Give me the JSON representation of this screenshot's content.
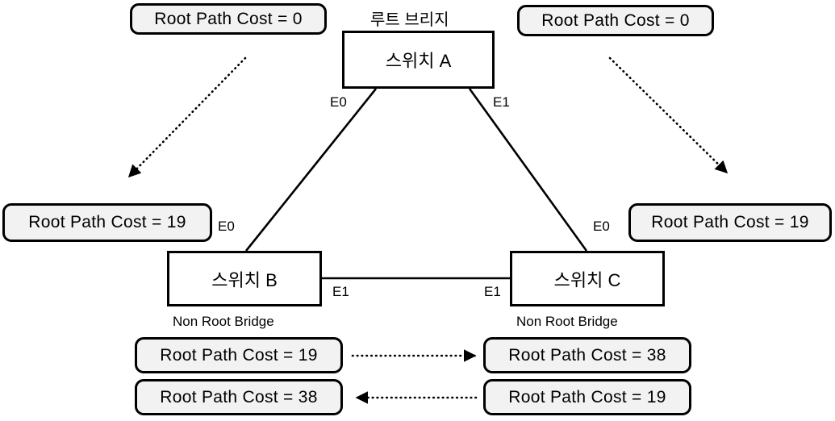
{
  "diagram": {
    "title_label": "루트 브리지",
    "switches": [
      {
        "id": "a",
        "name": "스위치 A",
        "role": ""
      },
      {
        "id": "b",
        "name": "스위치 B",
        "role": "Non Root Bridge"
      },
      {
        "id": "c",
        "name": "스위치 C",
        "role": "Non Root Bridge"
      }
    ],
    "ports": {
      "a_left": "E0",
      "a_right": "E1",
      "b_top": "E0",
      "b_right": "E1",
      "c_top": "E0",
      "c_left": "E1"
    },
    "cost_boxes": {
      "top_left": "Root Path Cost = 0",
      "top_right": "Root Path Cost = 0",
      "mid_left": "Root Path Cost = 19",
      "mid_right": "Root Path Cost = 19",
      "bottom_left_1": "Root Path Cost = 19",
      "bottom_left_2": "Root Path Cost = 38",
      "bottom_right_1": "Root Path Cost = 38",
      "bottom_right_2": "Root Path Cost = 19"
    },
    "colors": {
      "stroke": "#000000",
      "box_fill": "#f2f2f2",
      "switch_fill": "#ffffff",
      "background": "#ffffff"
    }
  }
}
